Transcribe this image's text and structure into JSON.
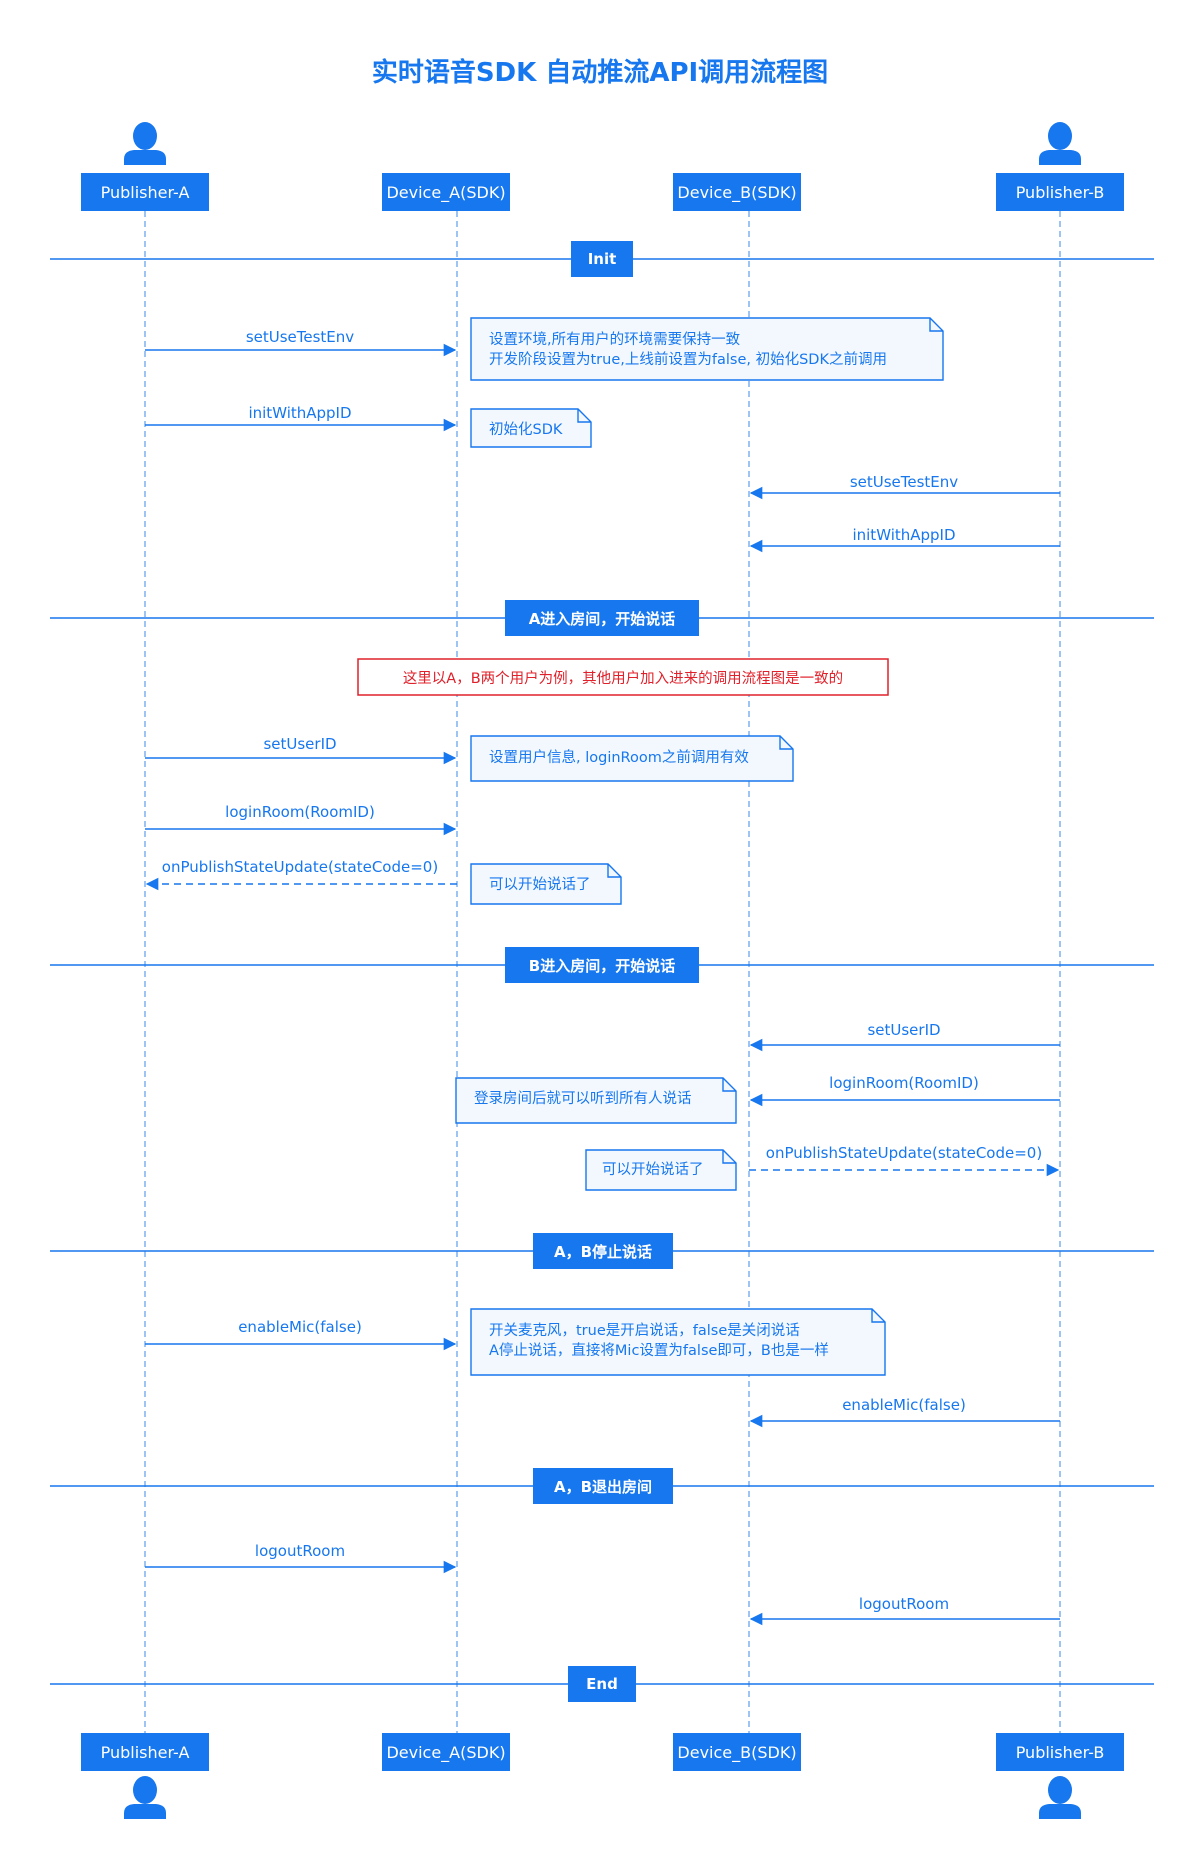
{
  "title": "实时语音SDK 自动推流API调用流程图",
  "participants": [
    "Publisher-A",
    "Device_A(SDK)",
    "Device_B(SDK)",
    "Publisher-B"
  ],
  "sections": [
    "Init",
    "A进入房间，开始说话",
    "B进入房间，开始说话",
    "A，B停止说话",
    "A，B退出房间",
    "End"
  ],
  "messages": [
    {
      "label": "setUseTestEnv",
      "from": 0,
      "to": 1,
      "style": "solid"
    },
    {
      "label": "initWithAppID",
      "from": 0,
      "to": 1,
      "style": "solid"
    },
    {
      "label": "setUseTestEnv",
      "from": 3,
      "to": 2,
      "style": "solid"
    },
    {
      "label": "initWithAppID",
      "from": 3,
      "to": 2,
      "style": "solid"
    },
    {
      "label": "setUserID",
      "from": 0,
      "to": 1,
      "style": "solid"
    },
    {
      "label": "loginRoom(RoomID)",
      "from": 0,
      "to": 1,
      "style": "solid"
    },
    {
      "label": "onPublishStateUpdate(stateCode=0)",
      "from": 1,
      "to": 0,
      "style": "dashed"
    },
    {
      "label": "setUserID",
      "from": 3,
      "to": 2,
      "style": "solid"
    },
    {
      "label": "loginRoom(RoomID)",
      "from": 3,
      "to": 2,
      "style": "solid"
    },
    {
      "label": "onPublishStateUpdate(stateCode=0)",
      "from": 2,
      "to": 3,
      "style": "dashed"
    },
    {
      "label": "enableMic(false)",
      "from": 0,
      "to": 1,
      "style": "solid"
    },
    {
      "label": "enableMic(false)",
      "from": 3,
      "to": 2,
      "style": "solid"
    },
    {
      "label": "logoutRoom",
      "from": 0,
      "to": 1,
      "style": "solid"
    },
    {
      "label": "logoutRoom",
      "from": 3,
      "to": 2,
      "style": "solid"
    }
  ],
  "notes": [
    {
      "lines": [
        "设置环境,所有用户的环境需要保持一致",
        "开发阶段设置为true,上线前设置为false, 初始化SDK之前调用"
      ]
    },
    {
      "lines": [
        "初始化SDK"
      ]
    },
    {
      "lines": [
        "设置用户信息, loginRoom之前调用有效"
      ]
    },
    {
      "lines": [
        "可以开始说话了"
      ]
    },
    {
      "lines": [
        "登录房间后就可以听到所有人说话"
      ]
    },
    {
      "lines": [
        "可以开始说话了"
      ]
    },
    {
      "lines": [
        "开关麦克风，true是开启说话，false是关闭说话",
        "A停止说话，直接将Mic设置为false即可，B也是一样"
      ]
    }
  ],
  "warning": "这里以A，B两个用户为例，其他用户加入进来的调用流程图是一致的",
  "colors": {
    "primary": "#1677ee",
    "lifeline": "#7fb0f0",
    "note_fill": "#f3f8fe",
    "warning": "#e0202a"
  }
}
